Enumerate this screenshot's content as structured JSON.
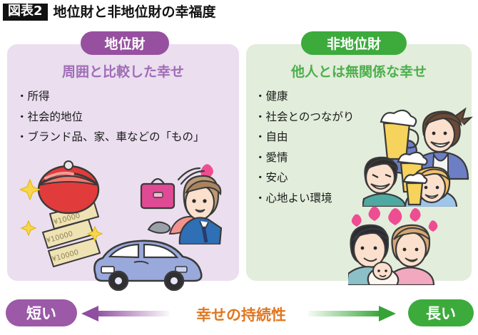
{
  "title": {
    "tag": "図表2",
    "text": "地位財と非地位財の幸福度"
  },
  "panels": {
    "status": {
      "badge": "地位財",
      "heading": "周囲と比較した幸せ",
      "badge_color": "#97509f",
      "panel_color": "#eadeef",
      "heading_color": "#a06cb5",
      "items": [
        "・所得",
        "・社会的地位",
        "・ブランド品、家、車などの「もの」"
      ],
      "illustrations": [
        "coin-purse-with-banknotes",
        "woman-with-handbag-and-shoes",
        "blue-car"
      ]
    },
    "nonstatus": {
      "badge": "非地位財",
      "heading": "他人とは無関係な幸せ",
      "badge_color": "#3cab3c",
      "panel_color": "#e2eddb",
      "heading_color": "#4cae4c",
      "items": [
        "・健康",
        "・社会とのつながり",
        "・自由",
        "・愛情",
        "・安心",
        "・心地よい環境"
      ],
      "illustrations": [
        "friends-toasting-beer",
        "family-with-baby-and-hearts"
      ]
    }
  },
  "scale": {
    "left_label": "短い",
    "right_label": "長い",
    "center_label": "幸せの持続性",
    "left_color": "#9b59a8",
    "right_color": "#3cab3c",
    "center_color": "#e0761f",
    "left_arrow": "arrow-left-icon",
    "right_arrow": "arrow-right-icon"
  }
}
